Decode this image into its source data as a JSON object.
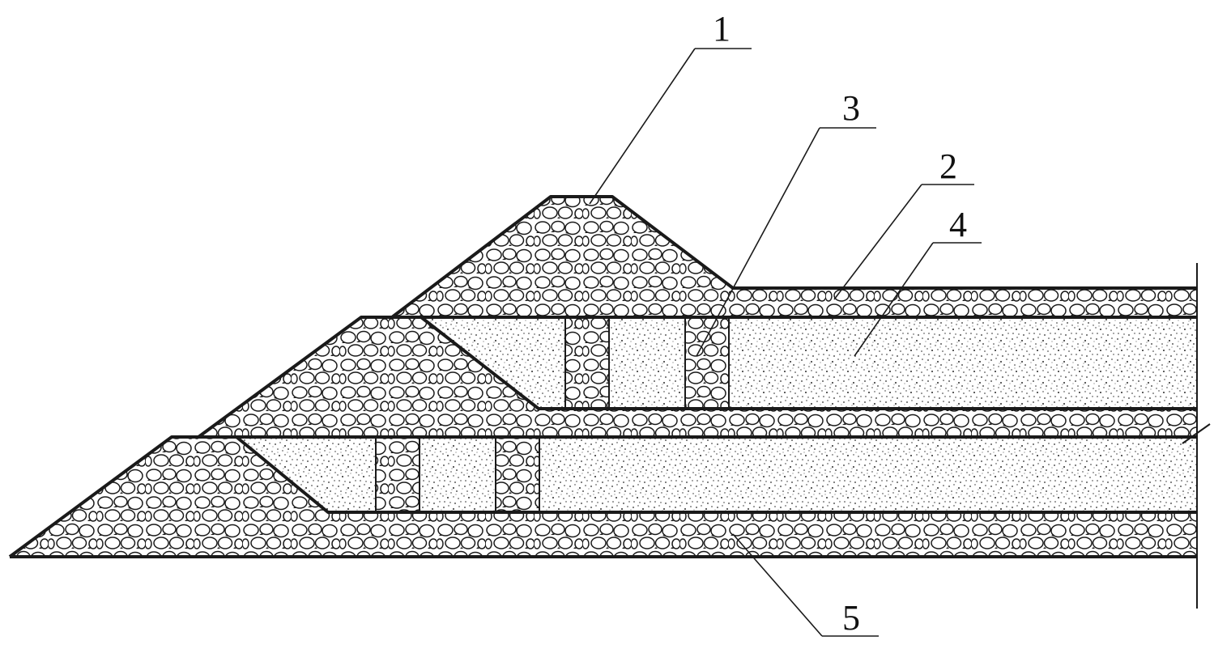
{
  "callouts": {
    "c1": "1",
    "c2": "2",
    "c3": "3",
    "c4": "4",
    "c5": "5"
  },
  "colors": {
    "line": "#1a1a1a",
    "background": "#ffffff",
    "stone_fill": "#ffffff",
    "sand_dot": "#2b2b2b"
  },
  "layers": [
    "stone-embankment",
    "sand-fill",
    "stone-column",
    "stone-cushion",
    "stone-base"
  ]
}
